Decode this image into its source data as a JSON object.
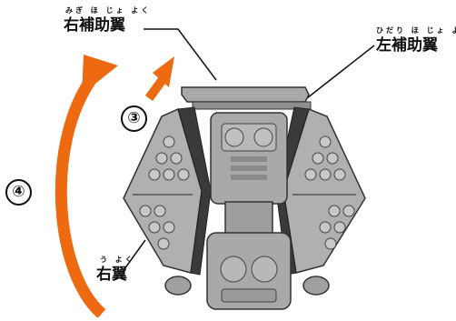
{
  "labels": {
    "right_aux_wing": {
      "ruby": "みぎ ほ じょ よく",
      "text": "右補助翼"
    },
    "left_aux_wing": {
      "ruby": "ひだり ほ じょ よく",
      "text": "左補助翼"
    },
    "right_wing": {
      "ruby": "う よく",
      "text": "右翼"
    }
  },
  "steps": {
    "step3": "③",
    "step4": "④"
  },
  "colors": {
    "arrow": "#ee6a10",
    "part": "#a9a9a9",
    "outline": "#333333"
  }
}
